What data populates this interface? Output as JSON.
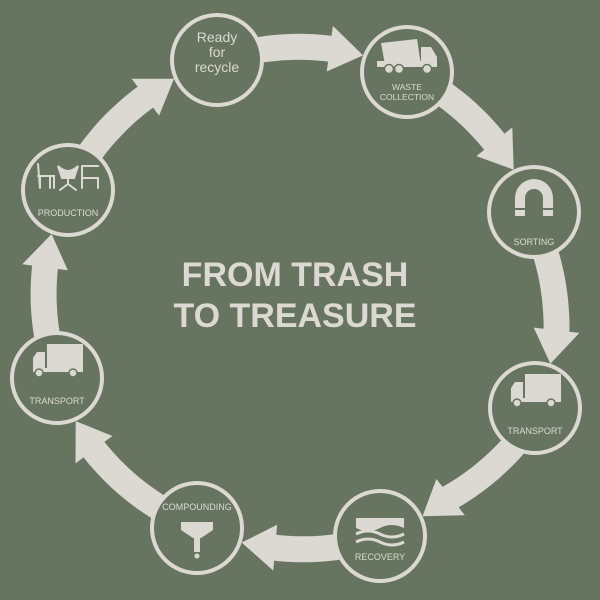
{
  "colors": {
    "background": "#667460",
    "ring": "#dcd8d2",
    "node_fill": "#677560",
    "node_border": "#dcd8d2",
    "icon": "#dcd8d2"
  },
  "title": {
    "line1": "FROM TRASH",
    "line2": "TO TREASURE"
  },
  "stages": [
    {
      "id": "ready",
      "lines": [
        "Ready",
        "for",
        "recycle"
      ],
      "icon": "none"
    },
    {
      "id": "waste-collection",
      "lines": [
        "WASTE",
        "COLLECTION"
      ],
      "icon": "garbage-truck-icon"
    },
    {
      "id": "sorting",
      "lines": [
        "SORTING"
      ],
      "icon": "magnet-icon"
    },
    {
      "id": "transport-right",
      "lines": [
        "TRANSPORT"
      ],
      "icon": "truck-icon"
    },
    {
      "id": "recovery",
      "lines": [
        "RECOVERY"
      ],
      "icon": "water-waves-icon"
    },
    {
      "id": "compounding",
      "lines": [
        "COMPOUNDING"
      ],
      "icon": "hopper-icon"
    },
    {
      "id": "transport-left",
      "lines": [
        "TRANSPORT"
      ],
      "icon": "truck-icon"
    },
    {
      "id": "production",
      "lines": [
        "PRODUCTION"
      ],
      "icon": "chairs-icon"
    }
  ]
}
